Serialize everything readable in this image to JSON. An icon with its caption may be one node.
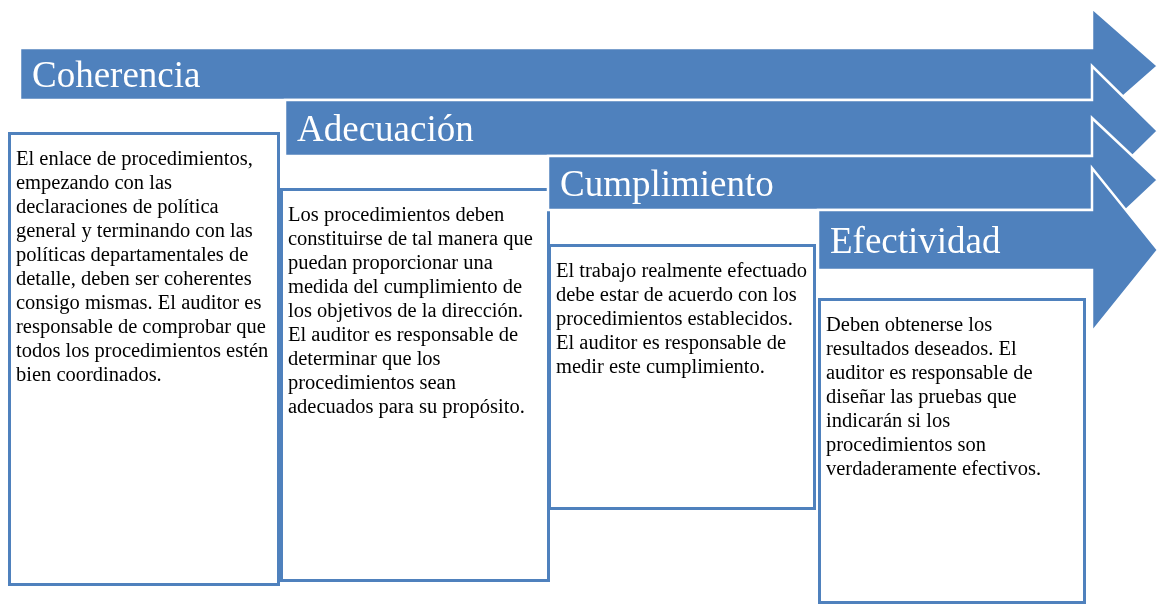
{
  "diagram": {
    "nodes": [
      {
        "text": [
          "Coherencia"
        ]
      },
      {
        "text": [
          "El enlace de procedimientos, empezando con las declaraciones de política general y terminando con las políticas departamentales de detalle, deben ser coherentes consigo mismas.  El auditor es responsable de comprobar que todos los procedimientos estén bien coordinados."
        ]
      },
      {
        "text": [
          "Adecuación"
        ]
      },
      {
        "text": [
          "Los procedimientos deben constituirse de tal manera que puedan proporcionar una medida del cumplimiento de los objetivos de la dirección.  El auditor es responsable de determinar que los procedimientos sean adecuados para su propósito."
        ]
      },
      {
        "text": [
          "Cumplimiento"
        ]
      },
      {
        "text": [
          "El trabajo realmente efectuado debe estar de acuerdo con los procedimientos establecidos.  El auditor es responsable de medir este cumplimiento."
        ]
      },
      {
        "text": [
          "Efectividad"
        ]
      },
      {
        "text": [
          "Deben obtenerse los resultados deseados.  El auditor es responsable de diseñar las pruebas que indicarán si los procedimientos son verdaderamente efectivos."
        ]
      }
    ]
  }
}
